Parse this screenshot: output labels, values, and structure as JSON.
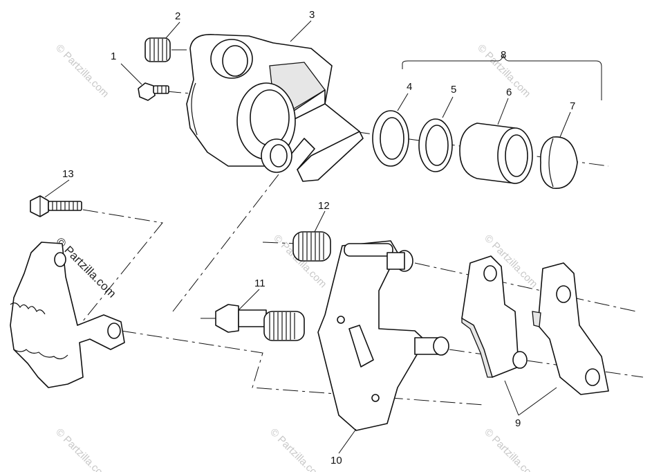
{
  "callouts": {
    "c1": "1",
    "c2": "2",
    "c3": "3",
    "c4": "4",
    "c5": "5",
    "c6": "6",
    "c7": "7",
    "c8": "8",
    "c9": "9",
    "c10": "10",
    "c11": "11",
    "c12": "12",
    "c13": "13"
  },
  "watermark": {
    "text": "© Partzilla.com",
    "color": "#c8c8c8"
  },
  "colors": {
    "line": "#111111",
    "background": "#ffffff"
  }
}
